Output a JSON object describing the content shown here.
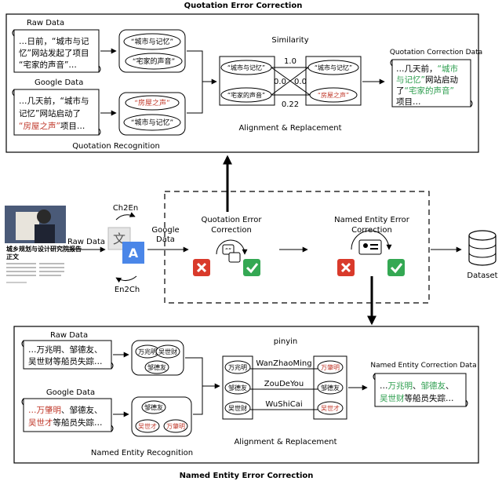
{
  "top": {
    "title": "Quotation Error Correction",
    "raw_label": "Raw Data",
    "raw_text": [
      "…日前，“城市与记",
      "忆”网站发起了项目",
      "“宅家的声音”…"
    ],
    "raw_ell_1": "“城市与记忆”",
    "raw_ell_2": "“宅家的声音”",
    "google_label": "Google Data",
    "google_text_1": "…几天前，“城市与",
    "google_text_2": "记忆”网站启动了",
    "google_text_3_red": "“房屋之声”",
    "google_text_3_rest": "项目…",
    "google_ell_1": "“房屋之声”",
    "google_ell_2": "“城市与记忆”",
    "recognition_label": "Quotation Recognition",
    "similarity_label": "Similarity",
    "left_q1": "“城市与记忆”",
    "left_q2": "“宅家的声音”",
    "right_q1": "“城市与记忆”",
    "right_q2": "“房屋之声”",
    "sim_top": "1.0",
    "sim_mid_left": "0.0",
    "sim_mid_right": "0.0",
    "sim_bottom": "0.22",
    "align_label": "Alignment & Replacement",
    "out_label": "Quotation Correction Data",
    "out_l1_black": "…几天前，",
    "out_l1_green": "“城市",
    "out_l2_green": "与记忆”",
    "out_l2_black": "网站启动",
    "out_l3_black": "了",
    "out_l3_green": "“宅家的声音”",
    "out_l4": "项目…"
  },
  "middle": {
    "raw_data_label": "Raw Data",
    "ch2en": "Ch2En",
    "en2ch": "En2Ch",
    "google_label": "Google\nData",
    "google_l1": "Google",
    "google_l2": "Data",
    "qec_label_1": "Quotation Error",
    "qec_label_2": "Correction",
    "ner_label_1": "Named Entity Error",
    "ner_label_2": "Correction",
    "dataset_label": "Dataset",
    "translate_char": "文",
    "translate_a": "A",
    "quote_glyph": "““",
    "article_caption_1": "城乡规划与设计研究院报告",
    "article_caption_2": "正文"
  },
  "bottom": {
    "title": "Named Entity Error Correction",
    "raw_label": "Raw Data",
    "raw_text_1": "…万兆明、邹德友、",
    "raw_text_2": "吴世财等船员失踪…",
    "raw_ent_1": "万兆明",
    "raw_ent_2": "吴世财",
    "raw_ent_3": "邹德友",
    "google_label": "Google Data",
    "g_l1_red": "…万肇明",
    "g_l1_black": "、邹德友、",
    "g_l2_red": "吴世才",
    "g_l2_black": "等船员失踪…",
    "g_ent_1": "邹德友",
    "g_ent_2": "吴世才",
    "g_ent_3": "万肇明",
    "recognition_label": "Named Entity Recognition",
    "pinyin_label": "pinyin",
    "left_ents": [
      "万兆明",
      "邹德友",
      "吴世财"
    ],
    "right_ents": [
      "万肇明",
      "邹德友",
      "吴世才"
    ],
    "pinyins": [
      "WanZhaoMing",
      "ZouDeYou",
      "WuShiCai"
    ],
    "align_label": "Alignment & Replacement",
    "out_label": "Named Entity Correction Data",
    "out_l1_black": "…",
    "out_l1_green": "万兆明",
    "out_l1_black2": "、",
    "out_l1_green2": "邹德友",
    "out_l1_black3": "、",
    "out_l2_green": "吴世财",
    "out_l2_black": "等船员失踪…"
  }
}
